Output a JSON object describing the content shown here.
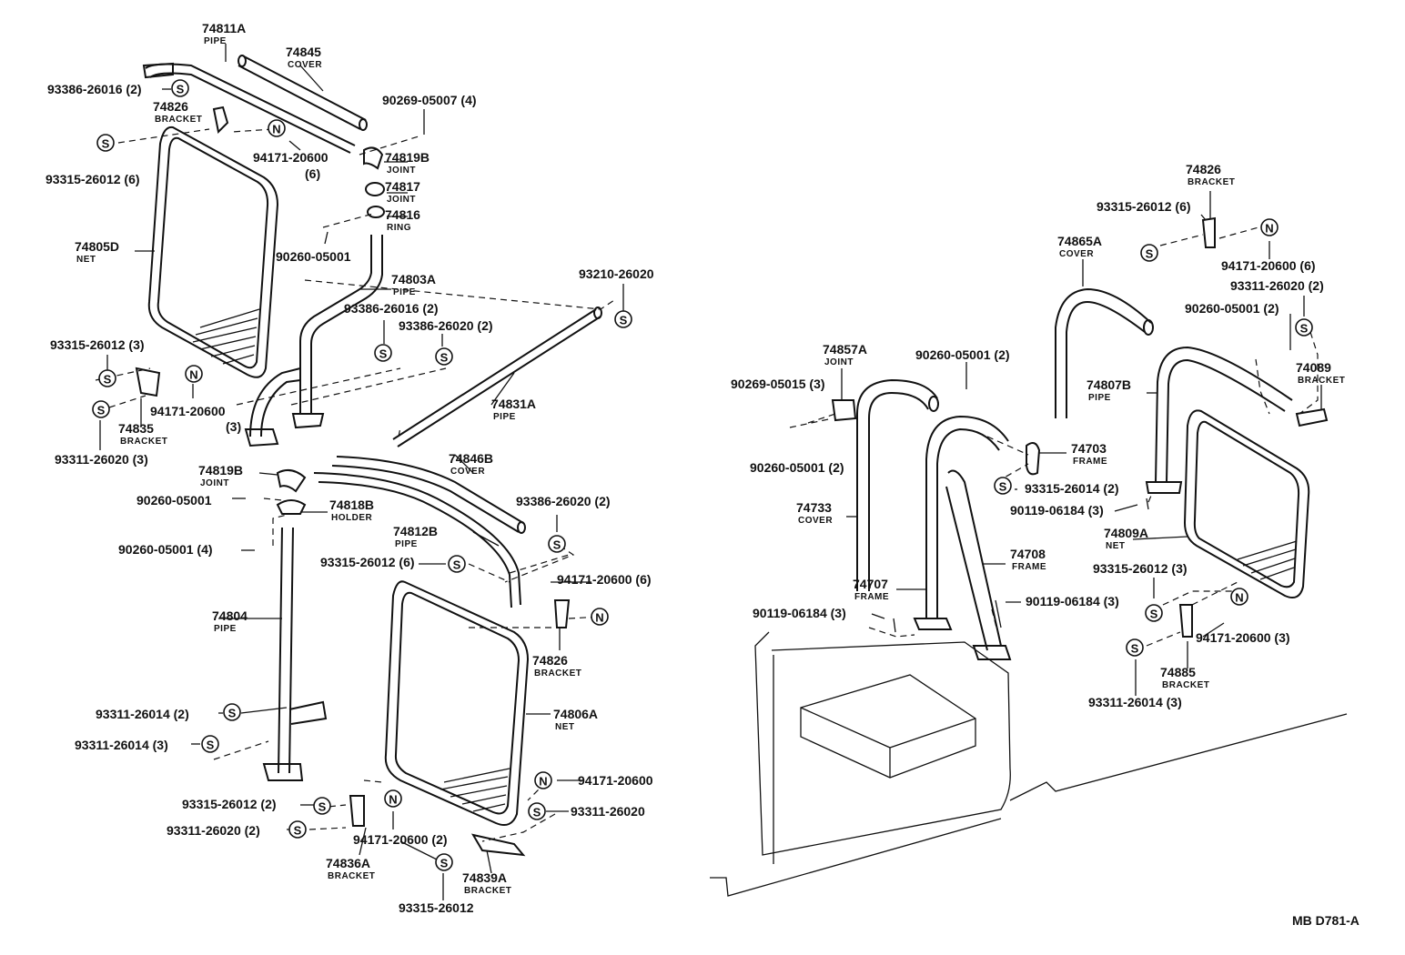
{
  "diagram_code": "MB D781-A",
  "symbols": {
    "s": "S",
    "n": "N"
  },
  "parts": [
    {
      "id": "p1",
      "num": "74811A",
      "desc": "PIPE"
    },
    {
      "id": "p2",
      "num": "74845",
      "desc": "COVER"
    },
    {
      "id": "p3",
      "num": "93386-26016 (2)",
      "desc": ""
    },
    {
      "id": "p4",
      "num": "74826",
      "desc": "BRACKET"
    },
    {
      "id": "p5",
      "num": "90269-05007 (4)",
      "desc": ""
    },
    {
      "id": "p6",
      "num": "93315-26012 (6)",
      "desc": ""
    },
    {
      "id": "p7",
      "num": "94171-20600",
      "desc": ""
    },
    {
      "id": "p7b",
      "num": "(6)",
      "desc": ""
    },
    {
      "id": "p8",
      "num": "74819B",
      "desc": "JOINT"
    },
    {
      "id": "p9",
      "num": "74817",
      "desc": "JOINT"
    },
    {
      "id": "p10",
      "num": "74816",
      "desc": "RING"
    },
    {
      "id": "p11",
      "num": "74805D",
      "desc": "NET"
    },
    {
      "id": "p12",
      "num": "90260-05001",
      "desc": ""
    },
    {
      "id": "p13",
      "num": "74803A",
      "desc": "PIPE"
    },
    {
      "id": "p14",
      "num": "93210-26020",
      "desc": ""
    },
    {
      "id": "p15",
      "num": "93386-26016 (2)",
      "desc": ""
    },
    {
      "id": "p16",
      "num": "93386-26020 (2)",
      "desc": ""
    },
    {
      "id": "p17",
      "num": "93315-26012 (3)",
      "desc": ""
    },
    {
      "id": "p18",
      "num": "94171-20600",
      "desc": ""
    },
    {
      "id": "p18b",
      "num": "(3)",
      "desc": ""
    },
    {
      "id": "p19",
      "num": "74835",
      "desc": "BRACKET"
    },
    {
      "id": "p20",
      "num": "93311-26020 (3)",
      "desc": ""
    },
    {
      "id": "p21",
      "num": "74831A",
      "desc": "PIPE"
    },
    {
      "id": "p22",
      "num": "74819B",
      "desc": "JOINT"
    },
    {
      "id": "p23",
      "num": "74846B",
      "desc": "COVER"
    },
    {
      "id": "p24",
      "num": "90260-05001",
      "desc": ""
    },
    {
      "id": "p25",
      "num": "74818B",
      "desc": "HOLDER"
    },
    {
      "id": "p26",
      "num": "93386-26020 (2)",
      "desc": ""
    },
    {
      "id": "p27",
      "num": "74812B",
      "desc": "PIPE"
    },
    {
      "id": "p28",
      "num": "90260-05001 (4)",
      "desc": ""
    },
    {
      "id": "p29",
      "num": "93315-26012 (6)",
      "desc": ""
    },
    {
      "id": "p30",
      "num": "94171-20600 (6)",
      "desc": ""
    },
    {
      "id": "p31",
      "num": "74804",
      "desc": "PIPE"
    },
    {
      "id": "p32",
      "num": "74826",
      "desc": "BRACKET"
    },
    {
      "id": "p33",
      "num": "93311-26014 (2)",
      "desc": ""
    },
    {
      "id": "p34",
      "num": "74806A",
      "desc": "NET"
    },
    {
      "id": "p35",
      "num": "93311-26014 (3)",
      "desc": ""
    },
    {
      "id": "p36",
      "num": "94171-20600",
      "desc": ""
    },
    {
      "id": "p37",
      "num": "93315-26012 (2)",
      "desc": ""
    },
    {
      "id": "p38",
      "num": "93311-26020",
      "desc": ""
    },
    {
      "id": "p39",
      "num": "93311-26020 (2)",
      "desc": ""
    },
    {
      "id": "p40",
      "num": "94171-20600 (2)",
      "desc": ""
    },
    {
      "id": "p41",
      "num": "74836A",
      "desc": "BRACKET"
    },
    {
      "id": "p42",
      "num": "74839A",
      "desc": "BRACKET"
    },
    {
      "id": "p43",
      "num": "93315-26012",
      "desc": ""
    },
    {
      "id": "p44",
      "num": "74826",
      "desc": "BRACKET"
    },
    {
      "id": "p45",
      "num": "93315-26012 (6)",
      "desc": ""
    },
    {
      "id": "p46",
      "num": "74865A",
      "desc": "COVER"
    },
    {
      "id": "p47",
      "num": "94171-20600 (6)",
      "desc": ""
    },
    {
      "id": "p48",
      "num": "93311-26020 (2)",
      "desc": ""
    },
    {
      "id": "p49",
      "num": "90260-05001 (2)",
      "desc": ""
    },
    {
      "id": "p50",
      "num": "74857A",
      "desc": "JOINT"
    },
    {
      "id": "p51",
      "num": "90260-05001 (2)",
      "desc": ""
    },
    {
      "id": "p52",
      "num": "74089",
      "desc": "BRACKET"
    },
    {
      "id": "p53",
      "num": "90269-05015 (3)",
      "desc": ""
    },
    {
      "id": "p54",
      "num": "74807B",
      "desc": "PIPE"
    },
    {
      "id": "p55",
      "num": "74703",
      "desc": "FRAME"
    },
    {
      "id": "p56",
      "num": "90260-05001 (2)",
      "desc": ""
    },
    {
      "id": "p57",
      "num": "93315-26014 (2)",
      "desc": ""
    },
    {
      "id": "p58",
      "num": "90119-06184 (3)",
      "desc": ""
    },
    {
      "id": "p59",
      "num": "74733",
      "desc": "COVER"
    },
    {
      "id": "p60",
      "num": "74809A",
      "desc": "NET"
    },
    {
      "id": "p61",
      "num": "74708",
      "desc": "FRAME"
    },
    {
      "id": "p62",
      "num": "93315-26012 (3)",
      "desc": ""
    },
    {
      "id": "p63",
      "num": "74707",
      "desc": "FRAME"
    },
    {
      "id": "p64",
      "num": "90119-06184 (3)",
      "desc": ""
    },
    {
      "id": "p65",
      "num": "90119-06184 (3)",
      "desc": ""
    },
    {
      "id": "p66",
      "num": "94171-20600 (3)",
      "desc": ""
    },
    {
      "id": "p67",
      "num": "74885",
      "desc": "BRACKET"
    },
    {
      "id": "p68",
      "num": "93311-26014 (3)",
      "desc": ""
    }
  ]
}
